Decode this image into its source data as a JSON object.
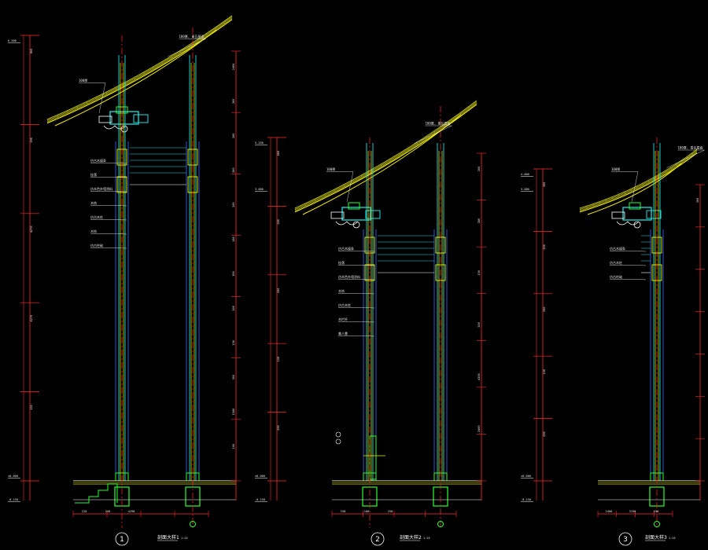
{
  "drawing": {
    "background": "#000000",
    "colors": {
      "red": "#ff2a2a",
      "yellow": "#f5f000",
      "green": "#2aff2a",
      "cyan": "#20e0e0",
      "blue": "#3a6fff",
      "white": "#ffffff",
      "roof": "#b8b800"
    },
    "sections": [
      {
        "id": "1",
        "number": "1",
        "caption": "剖面大样1",
        "scale": "1:25",
        "levels": [
          "6.500",
          "±0.000",
          "-0.150"
        ],
        "dims": [
          "800",
          "200",
          "4270",
          "4270",
          "150",
          "2400",
          "260",
          "280",
          "200",
          "200",
          "180",
          "180",
          "200",
          "150",
          "300",
          "1580",
          "100",
          "210",
          "240",
          "4290"
        ],
        "notes": [
          "100厚, 青瓦屋面",
          "100厚",
          "仿古木檩条",
          "挂落",
          "仿木色外墙涂料",
          "木枋",
          "仿古木柱",
          "木枋",
          "仿古柱础"
        ]
      },
      {
        "id": "2",
        "number": "2",
        "caption": "剖面大样2",
        "scale": "1:25",
        "levels": [
          "5.250",
          "3.000",
          "±0.000",
          "-0.150"
        ],
        "dims": [
          "800",
          "200",
          "200",
          "150",
          "260",
          "200",
          "280",
          "150",
          "200",
          "4300",
          "2400",
          "150",
          "100",
          "150"
        ],
        "notes": [
          "100厚, 青瓦屋面",
          "100厚",
          "仿古木檩条",
          "挂落",
          "仿木色外墙涂料",
          "木枋",
          "仿古木柱",
          "木栏杆",
          "美人靠"
        ]
      },
      {
        "id": "3",
        "number": "3",
        "caption": "剖面大样3",
        "scale": "1:25",
        "levels": [
          "4.800",
          "3.000",
          "±0.000",
          "-0.150"
        ],
        "dims": [
          "300",
          "200",
          "200",
          "150",
          "200",
          "300",
          "2400",
          "3150",
          "150"
        ],
        "notes": [
          "100厚, 青瓦屋面",
          "100厚",
          "仿古木檩条",
          "仿古木柱",
          "仿古柱础"
        ]
      }
    ]
  }
}
